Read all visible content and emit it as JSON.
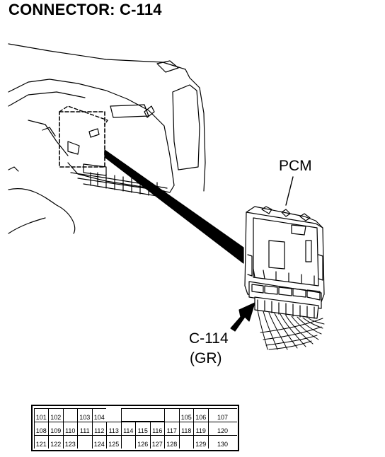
{
  "title": "CONNECTOR: C-114",
  "labels": {
    "module": "PCM",
    "connector_id": "C-114",
    "connector_color": "(GR)"
  },
  "pinout": {
    "rows": [
      [
        "101",
        "102",
        "",
        "103",
        "104",
        "",
        "",
        "",
        "",
        "",
        "105",
        "106",
        "107"
      ],
      [
        "108",
        "109",
        "110",
        "111",
        "112",
        "113",
        "114",
        "115",
        "116",
        "117",
        "118",
        "119",
        "120"
      ],
      [
        "121",
        "122",
        "123",
        "",
        "124",
        "125",
        "",
        "126",
        "127",
        "128",
        "",
        "129",
        "130"
      ]
    ]
  }
}
